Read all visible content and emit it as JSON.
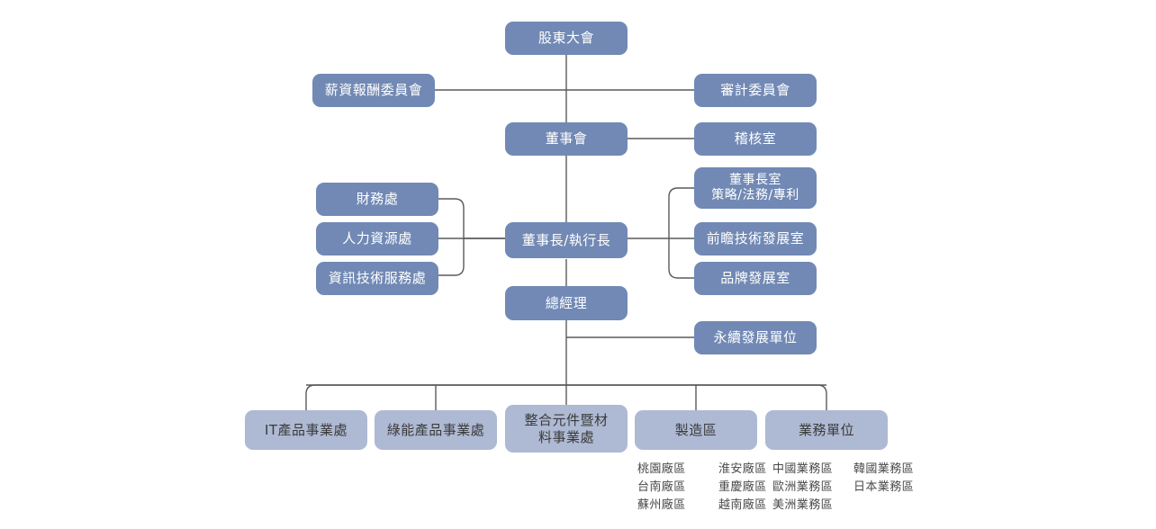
{
  "chart_title": "",
  "colors": {
    "primary_box": "#7189b4",
    "secondary_box": "#aeb9d3",
    "primary_text": "#ffffff",
    "secondary_text": "#3a3a3a",
    "connector_line": "#5a5a5a",
    "background": "#ffffff"
  },
  "nodes": {
    "shareholders_meeting": "股東大會",
    "compensation_committee": "薪資報酬委員會",
    "audit_committee": "審計委員會",
    "board_of_directors": "董事會",
    "audit_office": "稽核室",
    "finance_division": "財務處",
    "human_resources_division": "人力資源處",
    "it_service_division": "資訊技術服務處",
    "chairman_ceo": "董事長/執行長",
    "chairman_office": "董事長室\n策略/法務/專利",
    "advanced_tech_office": "前瞻技術發展室",
    "brand_development_office": "品牌發展室",
    "general_manager": "總經理",
    "sustainability_unit": "永續發展單位",
    "it_product_bu": "IT產品事業處",
    "green_energy_bu": "綠能產品事業處",
    "integrated_components_bu": "整合元件暨材\n料事業處",
    "manufacturing_zone": "製造區",
    "sales_unit": "業務單位"
  },
  "manufacturing_sites": [
    [
      "桃園廠區",
      "淮安廠區"
    ],
    [
      "台南廠區",
      "重慶廠區"
    ],
    [
      "蘇州廠區",
      "越南廠區"
    ]
  ],
  "sales_regions": [
    [
      "中國業務區",
      "韓國業務區"
    ],
    [
      "歐洲業務區",
      "日本業務區"
    ],
    [
      "美洲業務區",
      ""
    ]
  ]
}
